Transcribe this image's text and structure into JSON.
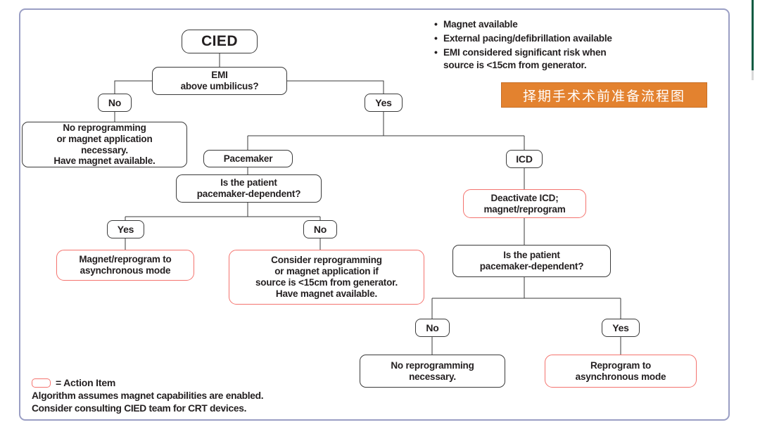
{
  "slide": {
    "banner_text": "择期手术术前准备流程图",
    "banner_color": "#e3822f",
    "frame_color": "#9a9ec4",
    "accent_rule_color": "#0c5b42",
    "action_border_color": "#f4736e",
    "node_border_color": "#3a3a3a"
  },
  "bullets": [
    "Magnet available",
    "External pacing/defibrillation available",
    "EMI considered significant risk when\nsource is <15cm from generator."
  ],
  "legend": {
    "swatch_label": "= Action Item",
    "note": "Algorithm assumes magnet capabilities are enabled.\nConsider consulting CIED team for CRT devices."
  },
  "chart_data": {
    "type": "diagram",
    "title": "CIED perioperative management algorithm",
    "nodes": [
      {
        "id": "cied",
        "label": "CIED",
        "kind": "title"
      },
      {
        "id": "emi",
        "label": "EMI\nabove umbilicus?",
        "kind": "decision"
      },
      {
        "id": "emi-no",
        "label": "No",
        "kind": "branch"
      },
      {
        "id": "emi-yes",
        "label": "Yes",
        "kind": "branch"
      },
      {
        "id": "no-reprogram-left",
        "label": "No reprogramming\nor magnet application\nnecessary.\nHave magnet available.",
        "kind": "process"
      },
      {
        "id": "pacemaker",
        "label": "Pacemaker",
        "kind": "process"
      },
      {
        "id": "icd",
        "label": "ICD",
        "kind": "process"
      },
      {
        "id": "pm-dependent-left",
        "label": "Is the patient\npacemaker-dependent?",
        "kind": "decision"
      },
      {
        "id": "pm-left-yes",
        "label": "Yes",
        "kind": "branch"
      },
      {
        "id": "pm-left-no",
        "label": "No",
        "kind": "branch"
      },
      {
        "id": "magnet-reprogram-async",
        "label": "Magnet/reprogram to\nasynchronous mode",
        "kind": "action"
      },
      {
        "id": "consider-reprogramming",
        "label": "Consider reprogramming\nor magnet application if\nsource is <15cm from generator.\nHave magnet available.",
        "kind": "action"
      },
      {
        "id": "deactivate-icd",
        "label": "Deactivate ICD;\nmagnet/reprogram",
        "kind": "action"
      },
      {
        "id": "pm-dependent-right",
        "label": "Is the patient\npacemaker-dependent?",
        "kind": "decision"
      },
      {
        "id": "pm-right-no",
        "label": "No",
        "kind": "branch"
      },
      {
        "id": "pm-right-yes",
        "label": "Yes",
        "kind": "branch"
      },
      {
        "id": "no-reprogram-right",
        "label": "No reprogramming\nnecessary.",
        "kind": "process"
      },
      {
        "id": "reprogram-async",
        "label": "Reprogram to\nasynchronous mode",
        "kind": "action"
      }
    ],
    "edges": [
      {
        "from": "cied",
        "to": "emi"
      },
      {
        "from": "emi",
        "to": "emi-no"
      },
      {
        "from": "emi",
        "to": "emi-yes"
      },
      {
        "from": "emi-no",
        "to": "no-reprogram-left"
      },
      {
        "from": "emi-yes",
        "to": "pacemaker"
      },
      {
        "from": "emi-yes",
        "to": "icd"
      },
      {
        "from": "pacemaker",
        "to": "pm-dependent-left"
      },
      {
        "from": "pm-dependent-left",
        "to": "pm-left-yes"
      },
      {
        "from": "pm-dependent-left",
        "to": "pm-left-no"
      },
      {
        "from": "pm-left-yes",
        "to": "magnet-reprogram-async"
      },
      {
        "from": "pm-left-no",
        "to": "consider-reprogramming"
      },
      {
        "from": "icd",
        "to": "deactivate-icd"
      },
      {
        "from": "deactivate-icd",
        "to": "pm-dependent-right"
      },
      {
        "from": "pm-dependent-right",
        "to": "pm-right-no"
      },
      {
        "from": "pm-dependent-right",
        "to": "pm-right-yes"
      },
      {
        "from": "pm-right-no",
        "to": "no-reprogram-right"
      },
      {
        "from": "pm-right-yes",
        "to": "reprogram-async"
      }
    ]
  }
}
